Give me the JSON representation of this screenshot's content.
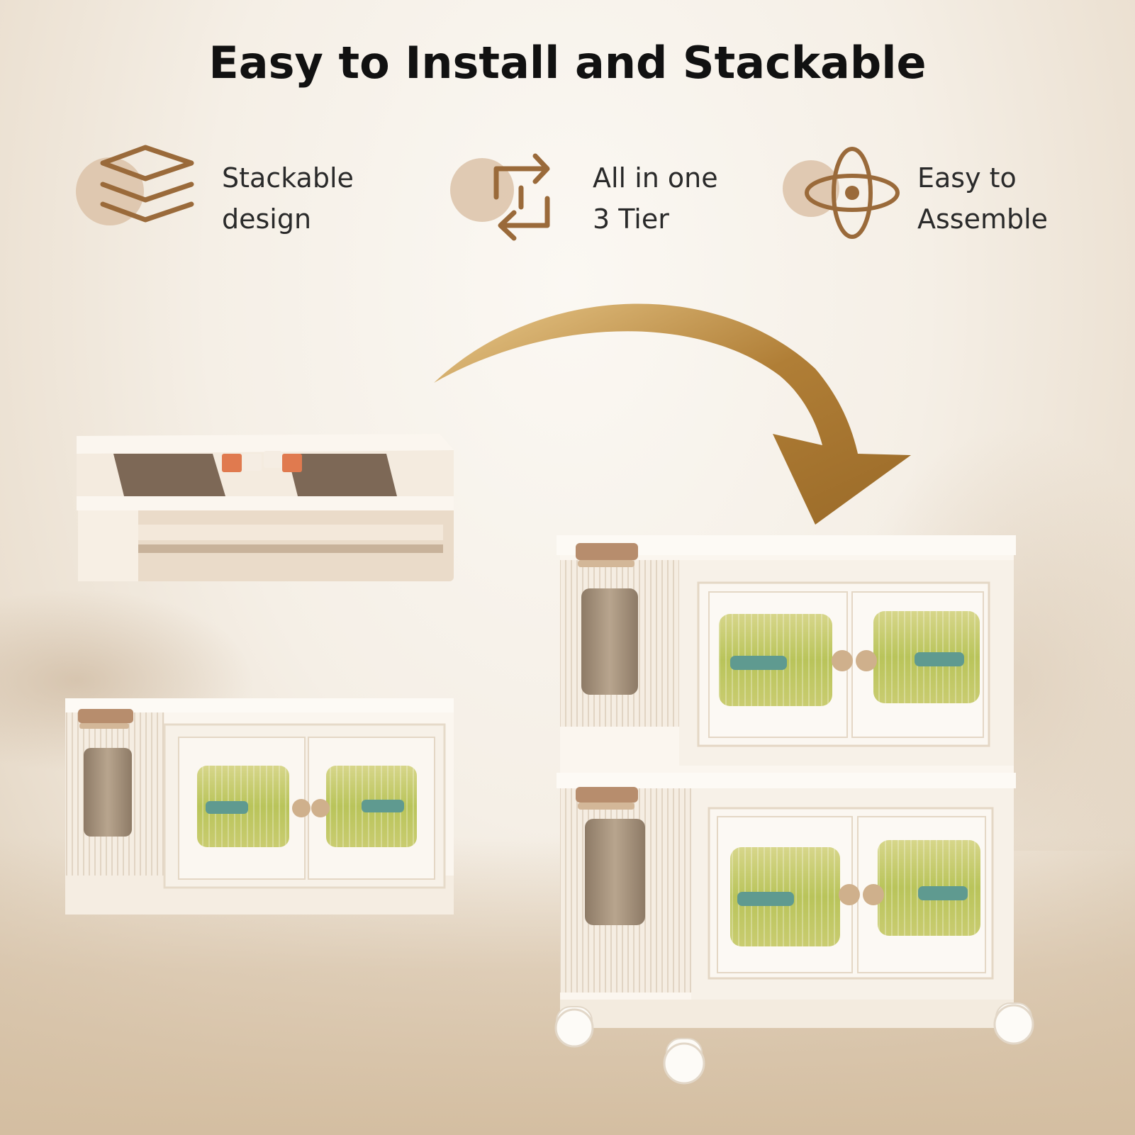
{
  "header": {
    "title": "Easy to Install and Stackable"
  },
  "features": [
    {
      "icon": "stacked-layers-icon",
      "line1": "Stackable",
      "line2": "design"
    },
    {
      "icon": "swap-arrows-icon",
      "line1": "All in one",
      "line2": "3 Tier"
    },
    {
      "icon": "orbit-atom-icon",
      "line1": "Easy to",
      "line2": "Assemble"
    }
  ],
  "colors": {
    "accent": "#9a6a3a",
    "arrow": "#b07e36",
    "icon_circle": "#dcc2a8",
    "box_white": "#fbf6ef",
    "box_tan": "#e9d7c3",
    "handle_brown": "#b78d6d",
    "window_green": "#b9c45a",
    "clip_orange": "#e07a4f"
  }
}
